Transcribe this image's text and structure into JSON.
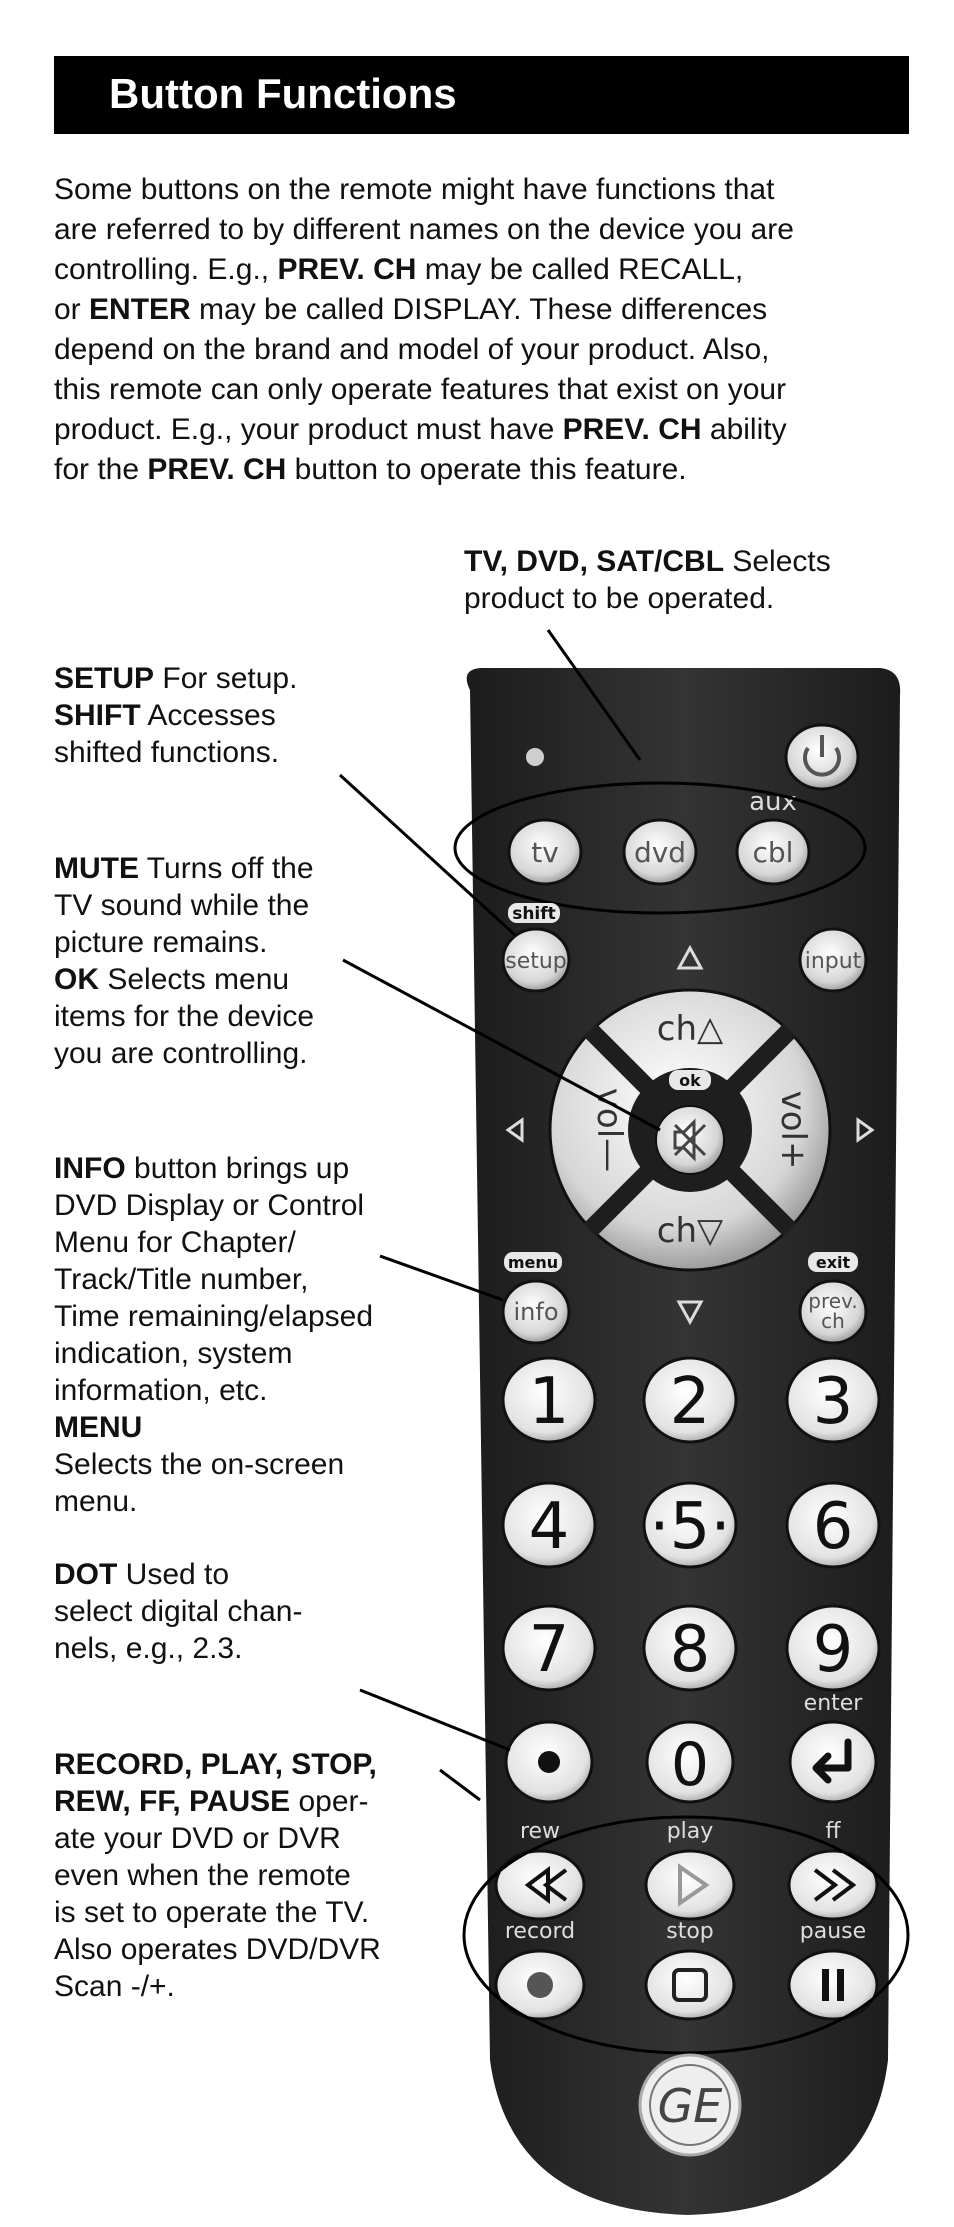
{
  "header": {
    "title": "Button Functions"
  },
  "intro": {
    "lines": [
      [
        {
          "t": "Some buttons on the remote might have functions that"
        }
      ],
      [
        {
          "t": "are referred to by different names on the device you are"
        }
      ],
      [
        {
          "t": "controlling. E.g., "
        },
        {
          "t": "PREV. CH",
          "b": true
        },
        {
          "t": " may be called RECALL,"
        }
      ],
      [
        {
          "t": "or "
        },
        {
          "t": "ENTER",
          "b": true
        },
        {
          "t": " may be called DISPLAY. These differences"
        }
      ],
      [
        {
          "t": "depend on the brand and model of your product. Also,"
        }
      ],
      [
        {
          "t": "this remote can only operate features that exist on your"
        }
      ],
      [
        {
          "t": "product. E.g., your product must have "
        },
        {
          "t": "PREV. CH",
          "b": true
        },
        {
          "t": " ability"
        }
      ],
      [
        {
          "t": "for the "
        },
        {
          "t": "PREV. CH",
          "b": true
        },
        {
          "t": " button to operate this feature."
        }
      ]
    ]
  },
  "callouts": {
    "device": [
      [
        {
          "t": "TV, DVD, SAT/CBL",
          "b": true
        },
        {
          "t": " Selects"
        }
      ],
      [
        {
          "t": "product to be operated."
        }
      ]
    ],
    "setup": [
      [
        {
          "t": "SETUP",
          "b": true
        },
        {
          "t": " For setup."
        }
      ],
      [
        {
          "t": "SHIFT",
          "b": true
        },
        {
          "t": " Accesses"
        }
      ],
      [
        {
          "t": "shifted functions."
        }
      ]
    ],
    "mute": [
      [
        {
          "t": "MUTE",
          "b": true
        },
        {
          "t": " Turns off the"
        }
      ],
      [
        {
          "t": "TV sound while the"
        }
      ],
      [
        {
          "t": "picture remains."
        }
      ],
      [
        {
          "t": "OK",
          "b": true
        },
        {
          "t": " Selects menu"
        }
      ],
      [
        {
          "t": "items for the device"
        }
      ],
      [
        {
          "t": "you are controlling."
        }
      ]
    ],
    "info": [
      [
        {
          "t": "INFO",
          "b": true
        },
        {
          "t": " button brings up"
        }
      ],
      [
        {
          "t": "DVD Display or Control"
        }
      ],
      [
        {
          "t": "Menu for Chapter/"
        }
      ],
      [
        {
          "t": "Track/Title number,"
        }
      ],
      [
        {
          "t": "Time remaining/elapsed"
        }
      ],
      [
        {
          "t": "indication, system"
        }
      ],
      [
        {
          "t": "information, etc."
        }
      ],
      [
        {
          "t": "MENU",
          "b": true
        }
      ],
      [
        {
          "t": "Selects the on-screen"
        }
      ],
      [
        {
          "t": "menu."
        }
      ]
    ],
    "dot": [
      [
        {
          "t": "DOT",
          "b": true
        },
        {
          "t": " Used to"
        }
      ],
      [
        {
          "t": "select digital chan-"
        }
      ],
      [
        {
          "t": "nels, e.g., 2.3."
        }
      ]
    ],
    "transport": [
      [
        {
          "t": "RECORD, PLAY, STOP,",
          "b": true
        }
      ],
      [
        {
          "t": "REW, FF, PAUSE",
          "b": true
        },
        {
          "t": " oper-"
        }
      ],
      [
        {
          "t": "ate your DVD or DVR"
        }
      ],
      [
        {
          "t": "even when the remote"
        }
      ],
      [
        {
          "t": "is set to operate the TV."
        }
      ],
      [
        {
          "t": "Also operates DVD/DVR"
        }
      ],
      [
        {
          "t": "Scan -/+."
        }
      ]
    ]
  },
  "remote": {
    "aux": "aux",
    "tv": "tv",
    "dvd": "dvd",
    "cbl": "cbl",
    "shift": "shift",
    "setup": "setup",
    "input": "input",
    "ch_up": "ch△",
    "ch_down": "ch▽",
    "vol_minus": "vol—",
    "vol_plus": "vol+",
    "ok": "ok",
    "menu": "menu",
    "info": "info",
    "exit": "exit",
    "prev": "prev.",
    "ch": "ch",
    "digits": [
      "1",
      "2",
      "3",
      "4",
      "·5·",
      "6",
      "7",
      "8",
      "9"
    ],
    "zero": "0",
    "enter": "enter",
    "rew": "rew",
    "play": "play",
    "ff": "ff",
    "record": "record",
    "stop": "stop",
    "pause": "pause",
    "logo": "GE"
  }
}
